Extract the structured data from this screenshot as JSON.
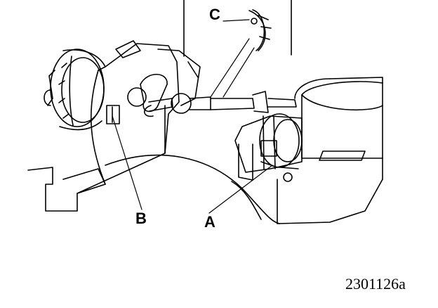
{
  "callouts": {
    "c": "C",
    "b": "B",
    "a": "A"
  },
  "figure_number": "2301126a",
  "colors": {
    "ink": "#000000",
    "paper": "#ffffff"
  }
}
